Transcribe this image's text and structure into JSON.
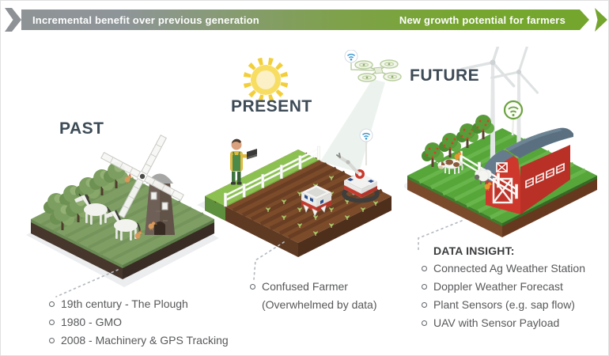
{
  "banner": {
    "left_label": "Incremental benefit over previous generation",
    "right_label": "New growth potential for farmers"
  },
  "past": {
    "title": "PAST",
    "items": [
      "19th century - The Plough",
      "1980 - GMO",
      "2008 - Machinery & GPS Tracking"
    ]
  },
  "present": {
    "title": "PRESENT",
    "caption_line1": "Confused Farmer",
    "caption_line2": "(Overwhelmed by data)"
  },
  "future": {
    "title": "FUTURE",
    "heading": "DATA INSIGHT:",
    "items": [
      "Connected Ag Weather Station",
      "Doppler Weather Forecast",
      "Plant Sensors (e.g. sap flow)",
      "UAV with Sensor Payload"
    ]
  },
  "icons": {
    "banner_arrow": "arrow-banner-icon",
    "sun": "sun-icon",
    "drone": "drone-icon",
    "wifi": "wifi-icon",
    "windmill": "windmill-icon",
    "wind_turbine": "wind-turbine-icon",
    "barn": "barn-icon",
    "tree": "tree-icon",
    "apple_tree": "apple-tree-icon",
    "horse": "horse-icon",
    "cow": "cow-icon",
    "sheep": "sheep-icon",
    "chicken": "chicken-icon",
    "farmer": "farmer-icon",
    "robot": "robot-icon",
    "light_beam": "light-beam"
  },
  "colors": {
    "banner_gray": "#8e9396",
    "banner_green": "#76a62f",
    "heading_text": "#3d4b57",
    "body_text": "#57585a",
    "past_grass": "#7e9e64",
    "soil_brown": "#7c4b2a",
    "present_grass": "#8cc152",
    "future_grass": "#56a63a",
    "barn_red": "#c9372b",
    "roof_gray": "#5a7081",
    "sun_yellow": "#f6dc55",
    "machine_red": "#c43b2e",
    "wifi_blue": "#3f9ad1",
    "wifi_green": "#6aa33f",
    "dotted_line": "#b5bbc1"
  }
}
